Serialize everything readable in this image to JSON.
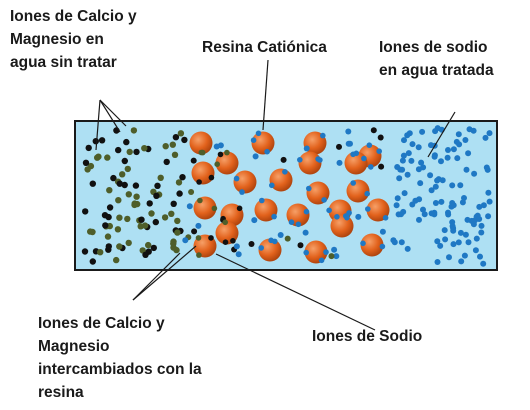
{
  "labels": {
    "untreated": "Iones de Calcio y\nMagnesio en\nagua sin tratar",
    "resin": "Resina Catiónica",
    "sodium_treated": "Iones de sodio\nen agua tratada",
    "exchanged": "Iones de Calcio y\nMagnesio\nintercambiados con la\nresina",
    "sodium": "Iones de Sodio"
  },
  "colors": {
    "water": "#aee0f3",
    "border": "#1a1a1a",
    "resin_bead": "#e2621c",
    "sodium_ion": "#1f78c4",
    "calcium_ion": "#111111",
    "magnesium_ion": "#4e5e2a"
  }
}
